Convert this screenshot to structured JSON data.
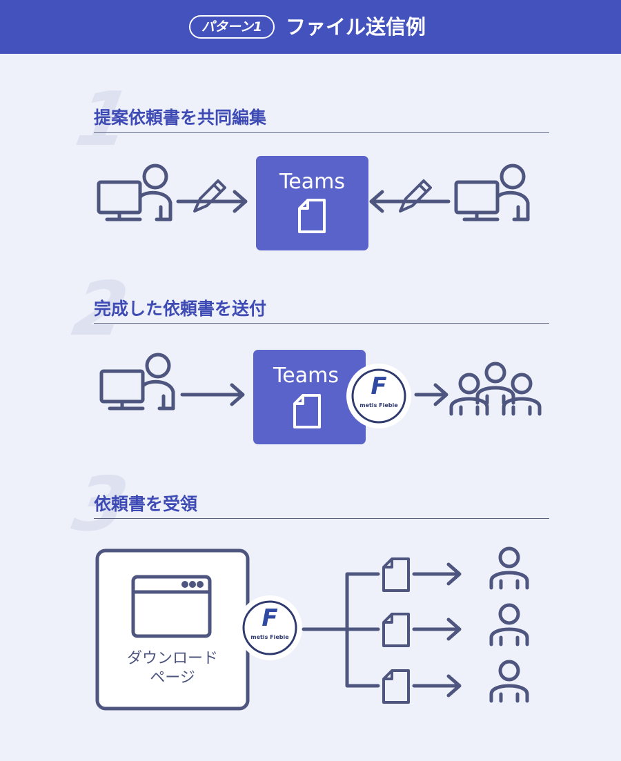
{
  "header": {
    "pattern_label": "パターン1",
    "title": "ファイル送信例"
  },
  "steps": [
    {
      "number": "1",
      "title": "提案依頼書を共同編集"
    },
    {
      "number": "2",
      "title": "完成した依頼書を送付"
    },
    {
      "number": "3",
      "title": "依頼書を受領"
    }
  ],
  "teams_label": "Teams",
  "download_page_label_line1": "ダウンロード",
  "download_page_label_line2": "ページ",
  "badge": {
    "letter": "F",
    "text": "metis Fiebie"
  },
  "colors": {
    "header": "#4452be",
    "teams_box": "#5a63c9",
    "icon_stroke": "#4e5680",
    "step_title": "#3f4bb5",
    "background": "#eef1f9"
  }
}
